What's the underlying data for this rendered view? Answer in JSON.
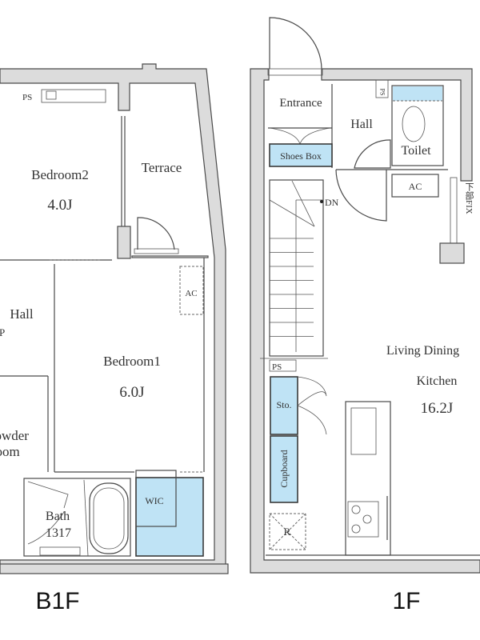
{
  "colors": {
    "wall": "#dcdcdc",
    "storage": "#bfe3f5",
    "line": "#4a4a4a"
  },
  "floors": {
    "b1f": {
      "label": "B1F",
      "rooms": {
        "ps": "PS",
        "bedroom2": "Bedroom2",
        "bedroom2_size": "4.0J",
        "terrace": "Terrace",
        "ac": "AC",
        "hall": "Hall",
        "hall_p": "P",
        "bedroom1": "Bedroom1",
        "bedroom1_size": "6.0J",
        "powder_line1": "Powder",
        "powder_line2": "Room",
        "bath": "Bath",
        "bath_size": "1317",
        "wic": "WIC"
      }
    },
    "f1": {
      "label": "1F",
      "rooms": {
        "entrance": "Entrance",
        "shoes_box": "Shoes Box",
        "hall": "Hall",
        "ps_top": "PS",
        "toilet": "Toilet",
        "ac": "AC",
        "dn": "DN",
        "fix": "下部FIX",
        "ps": "PS",
        "sto": "Sto.",
        "cupboard": "Cupboard",
        "r": "R",
        "ldk_line1": "Living Dining",
        "ldk_line2": "Kitchen",
        "ldk_size": "16.2J"
      }
    }
  }
}
